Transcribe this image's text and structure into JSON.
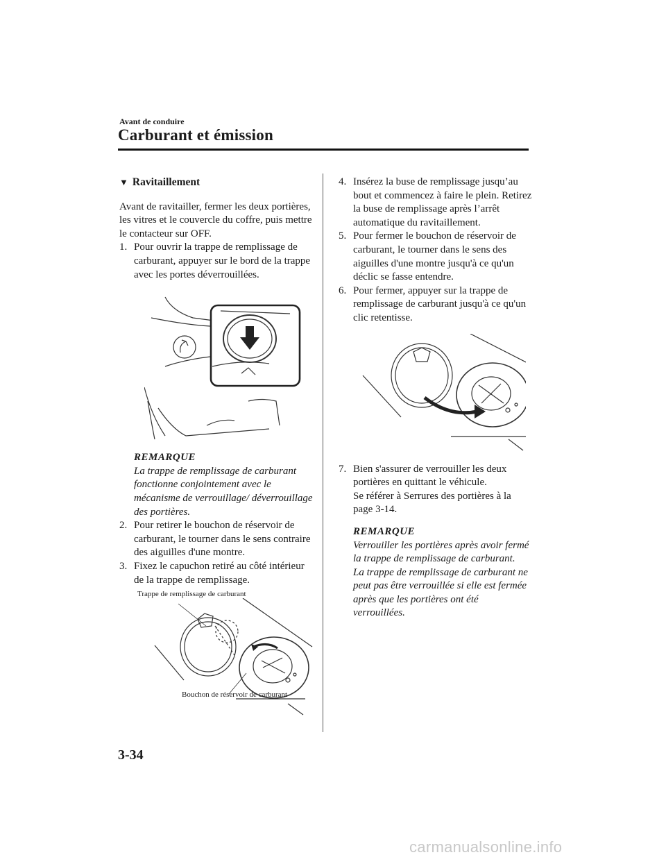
{
  "header": {
    "section": "Avant de conduire",
    "title": "Carburant et émission"
  },
  "left": {
    "heading_icon": "triangle-down-icon",
    "heading": "Ravitaillement",
    "intro": "Avant de ravitailler, fermer les deux portières, les vitres et le couvercle du coffre, puis mettre le contacteur sur OFF.",
    "step1_num": "1.",
    "step1": "Pour ouvrir la trappe de remplissage de carburant, appuyer sur le bord de la trappe avec les portes déverrouillées.",
    "note1_title": "REMARQUE",
    "note1": "La trappe de remplissage de carburant fonctionne conjointement avec le mécanisme de verrouillage/ déverrouillage des portières.",
    "step2_num": "2.",
    "step2": "Pour retirer le bouchon de réservoir de carburant, le tourner dans le sens contraire des aiguilles d'une montre.",
    "step3_num": "3.",
    "step3": "Fixez le capuchon retiré au côté intérieur de la trappe de remplissage.",
    "fig_caption_top": "Trappe de remplissage de carburant",
    "fig_caption_bottom": "Bouchon de réservoir de carburant"
  },
  "right": {
    "step4_num": "4.",
    "step4": "Insérez la buse de remplissage jusqu’au bout et commencez à faire le plein. Retirez la buse de remplissage après l’arrêt automatique du ravitaillement.",
    "step5_num": "5.",
    "step5": "Pour fermer le bouchon de réservoir de carburant, le tourner dans le sens des aiguilles d'une montre jusqu'à ce qu'un déclic se fasse entendre.",
    "step6_num": "6.",
    "step6": "Pour fermer, appuyer sur la trappe de remplissage de carburant jusqu'à ce qu'un clic retentisse.",
    "step7_num": "7.",
    "step7": "Bien s'assurer de verrouiller les deux portières en quittant le véhicule.",
    "step7_ref": "Se référer à Serrures des portières à la page 3-14.",
    "note2_title": "REMARQUE",
    "note2_a": "Verrouiller les portières après avoir fermé la trappe de remplissage de carburant.",
    "note2_b": "La trappe de remplissage de carburant ne peut pas être verrouillée si elle est fermée après que les portières ont été verrouillées."
  },
  "footer": {
    "page_number": "3-34",
    "watermark": "carmanualsonline.info"
  }
}
